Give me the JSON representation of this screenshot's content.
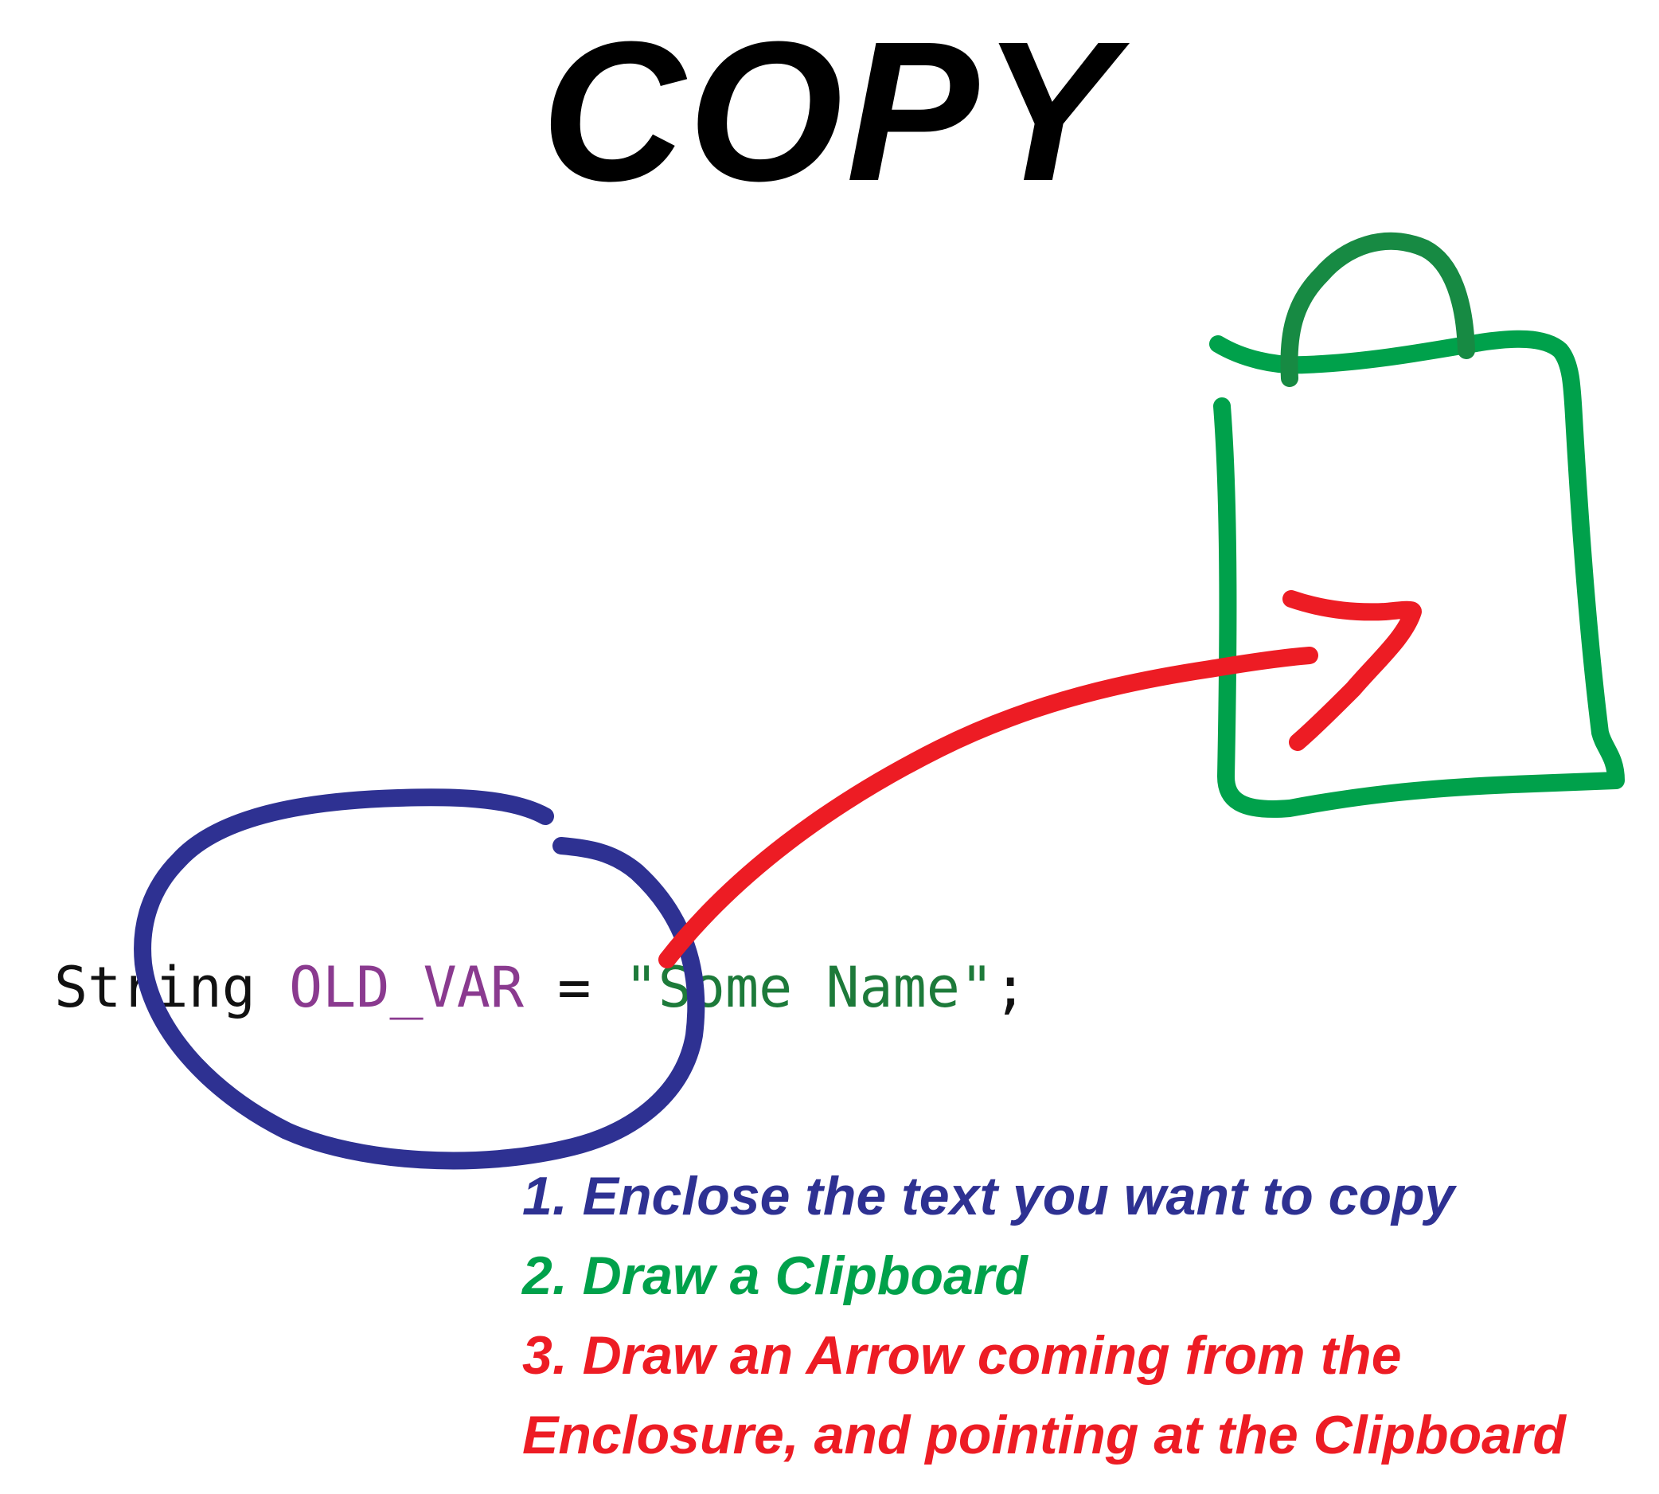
{
  "title": "COPY",
  "code": {
    "type_keyword": "String",
    "variable": "OLD_VAR",
    "operator": "=",
    "string_literal": "\"Some Name\"",
    "terminator": ";"
  },
  "steps": [
    {
      "text": "1. Enclose the text you want to copy",
      "color": "#2e3192"
    },
    {
      "text": "2. Draw a Clipboard",
      "color": "#00a14b"
    },
    {
      "text": "3. Draw an Arrow coming from the",
      "color": "#ed1c24"
    },
    {
      "text": "Enclosure, and pointing at the Clipboard",
      "color": "#ed1c24"
    }
  ],
  "colors": {
    "enclosure": "#2e3192",
    "clipboard": "#00a14b",
    "clipboard_handle": "#178a43",
    "arrow": "#ed1c24"
  }
}
